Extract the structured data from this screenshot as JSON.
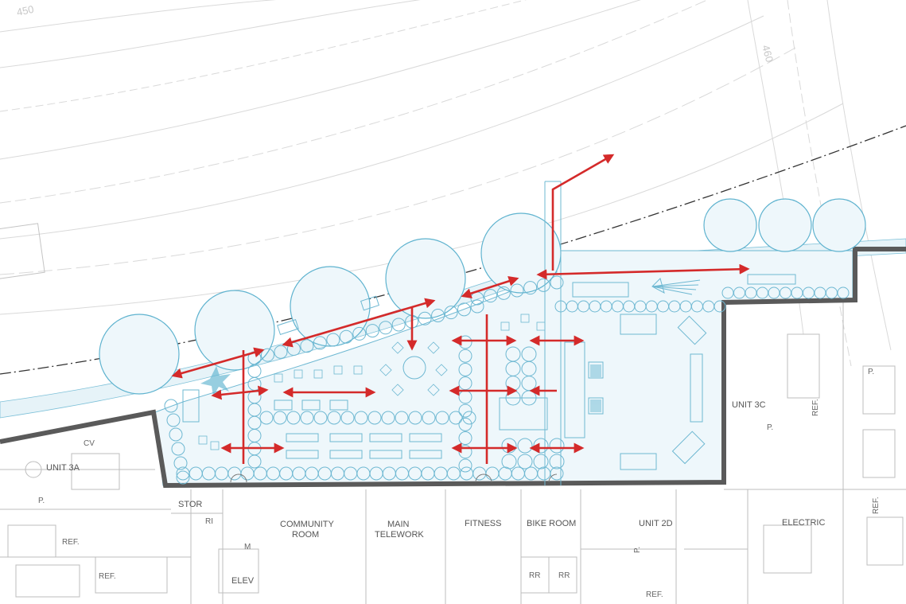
{
  "contours": {
    "label_450": "450",
    "label_460": "460"
  },
  "rooms": {
    "unit_3a": "UNIT 3A",
    "stor": "STOR",
    "community_room_line1": "COMMUNITY",
    "community_room_line2": "ROOM",
    "main_telework_line1": "MAIN",
    "main_telework_line2": "TELEWORK",
    "fitness": "FITNESS",
    "bike_room": "BIKE ROOM",
    "unit_2d": "UNIT 2D",
    "electric": "ELECTRIC",
    "unit_3c": "UNIT 3C",
    "elev": "ELEV",
    "rr": "RR",
    "ref": "REF.",
    "p": "P.",
    "m": "M",
    "cv": "CV",
    "ri": "RI"
  },
  "colors": {
    "circulation_arrow": "#d42a2a",
    "landscape": "#5fb3cf",
    "landscape_fill": "#e3f2f8",
    "building_wall": "#5a5a5a",
    "floorplan_line": "#b9b9b9",
    "contour_line": "#d6d6d6"
  }
}
